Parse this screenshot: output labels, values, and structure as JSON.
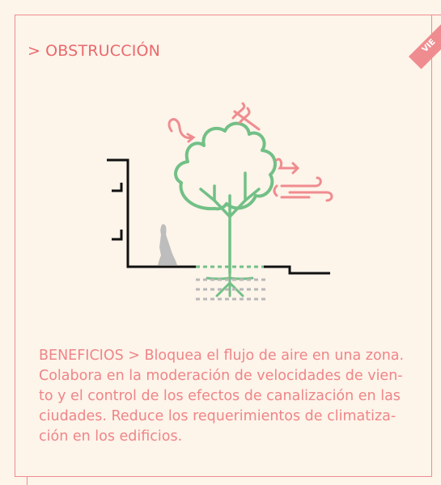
{
  "card": {
    "title_arrow": ">",
    "title": "OBSTRUCCIÓN",
    "ribbon_label": "VIE"
  },
  "description": {
    "lines": [
      "BENEFICIOS > Bloquea el flujo de aire en una zona.",
      "Colabora en la moderación de velocidades de vien-",
      "to y el control de los efectos de canalización en las",
      "ciudades. Reduce los requerimientos de climatiza-",
      "ción en los edificios."
    ]
  },
  "colors": {
    "background": "#fdf4ea",
    "accent": "#ef8c8f",
    "tree": "#72c086",
    "building": "#111111",
    "person": "#b8b8b8",
    "soil": "#b8b8b8"
  },
  "icons": [
    "tree-icon",
    "building-outline",
    "person-silhouette",
    "wind-gust-icon",
    "wind-deflect-icon",
    "wind-block-icon",
    "soil-lines"
  ]
}
